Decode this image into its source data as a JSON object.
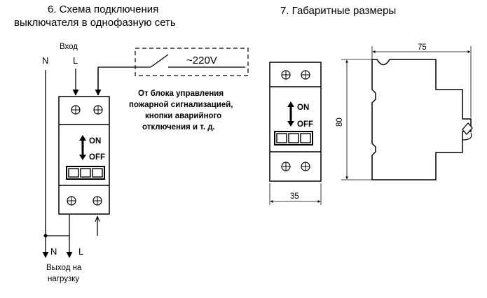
{
  "section6": {
    "title_line1": "6. Схема подключения",
    "title_line2": "выключателя в однофазную сеть",
    "input_label": "Вход",
    "terminal_n_top": "N",
    "terminal_l_top": "L",
    "switch_on": "ON",
    "switch_off": "OFF",
    "voltage_label": "~220V",
    "note_line1": "От блока управления",
    "note_line2": "пожарной сигнализацией,",
    "note_line3": "кнопки аварийного",
    "note_line4": "отключения и т. д.",
    "terminal_n_bottom": "N",
    "terminal_l_bottom": "L",
    "output_line1": "Выход на",
    "output_line2": "нагрузку"
  },
  "section7": {
    "title": "7. Габаритные   размеры",
    "switch_on": "ON",
    "switch_off": "OFF",
    "width_dim": "35",
    "depth_dim": "75",
    "height_dim": "80"
  }
}
